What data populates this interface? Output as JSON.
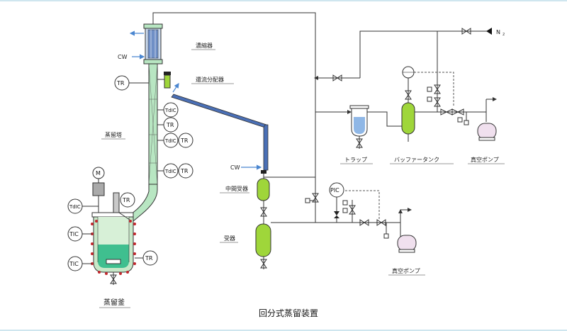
{
  "title": "回分式蒸留装置",
  "labels": {
    "condenser": "濃縮器",
    "cw_top": "CW",
    "reflux": "還流分配器",
    "column": "蒸留塔",
    "cw_mid": "CW",
    "mid_receiver": "中間受器",
    "receiver": "受器",
    "kettle": "蒸留釜",
    "trap": "トラップ",
    "buffer_tank": "バッファータンク",
    "vacuum_pump_top": "真空ポンプ",
    "vacuum_pump_bottom": "真空ポンプ",
    "n2": "N",
    "n2_sub": "2",
    "motor": "M"
  },
  "instruments": {
    "tr_top": "TR",
    "tdic_1": "TdIC",
    "tr_1": "TR",
    "tdic_2": "TdIC",
    "tr_2": "TR",
    "tdic_3": "TdIC",
    "tr_3": "TR",
    "tr_kettle": "TR",
    "tdic_kettle": "TdIC",
    "tic_1": "TIC",
    "tic_2": "TIC",
    "tr_jacket": "TR",
    "pic": "PIC"
  },
  "colors": {
    "equipment_green": "#9fd63a",
    "column_green": "#b8e6c2",
    "kettle_liquid": "#3fbf8f",
    "pipe_blue": "#4a6fb5",
    "arrow_blue": "#4a86d0",
    "heater_red": "#c2272d",
    "pump_purple": "#f0e0ee",
    "trap_liquid": "#8fb7e6"
  }
}
